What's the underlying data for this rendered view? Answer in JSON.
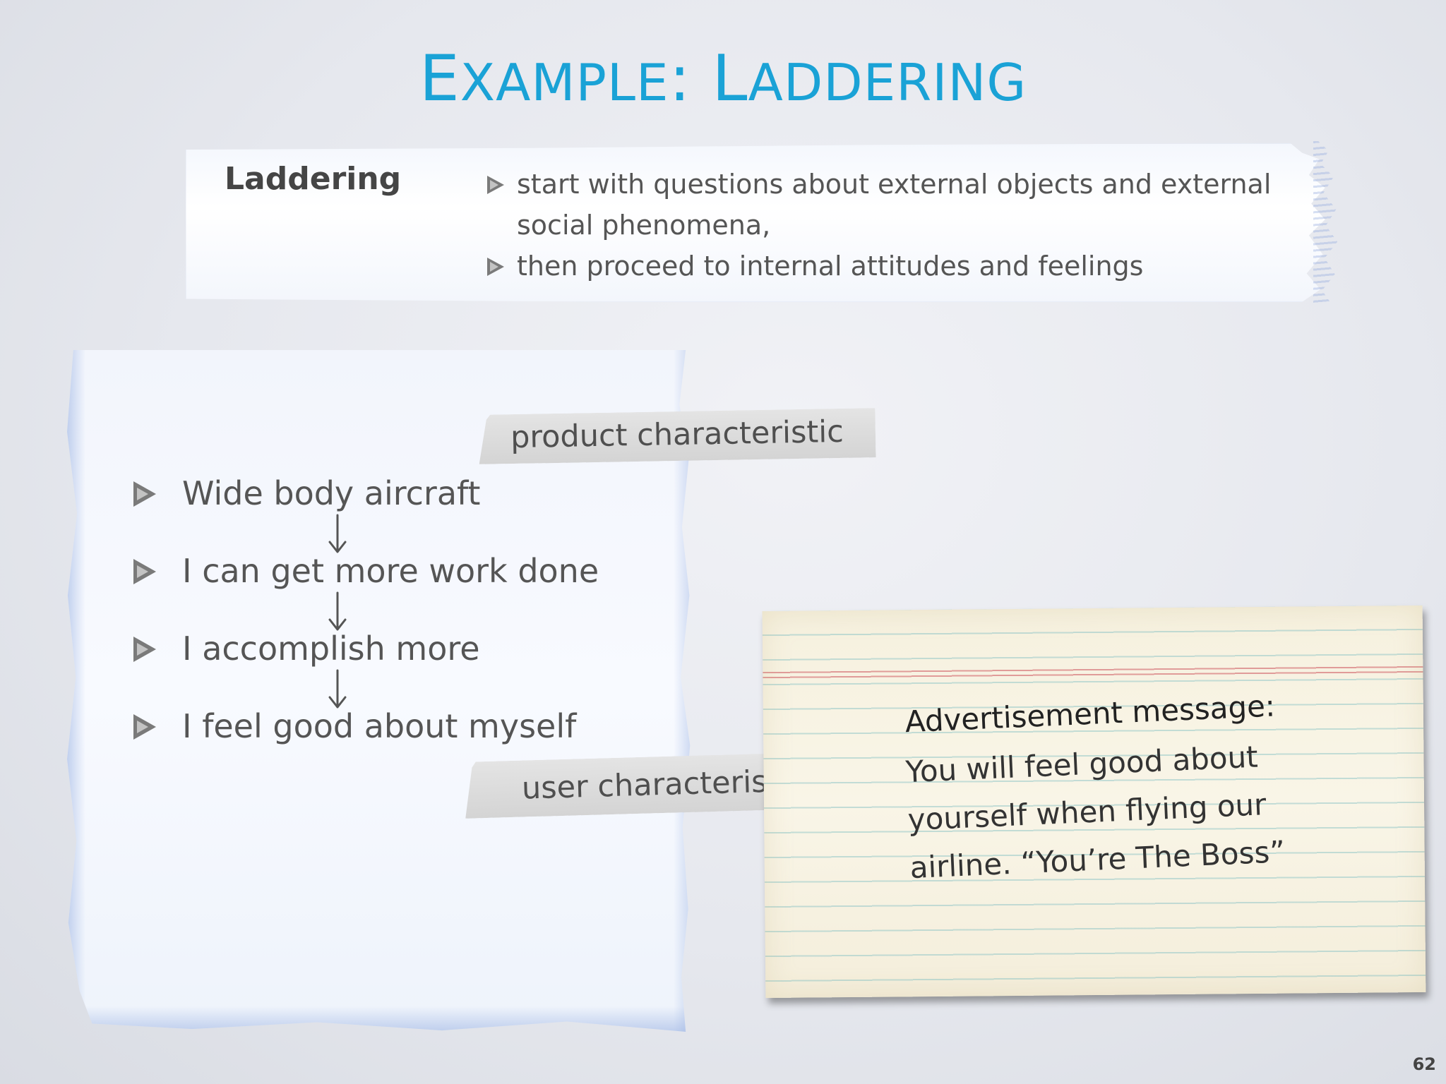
{
  "slide": {
    "title_first_initial": "E",
    "title_first_rest": "XAMPLE",
    "title_separator": ": ",
    "title_second_initial": "L",
    "title_second_rest": "ADDERING",
    "page_number": "62"
  },
  "definition": {
    "term": "Laddering",
    "points": [
      "start with questions about external objects and external social phenomena,",
      "then proceed to internal attitudes and feelings"
    ]
  },
  "ladder": {
    "items": [
      "Wide body aircraft",
      "I can get more work done",
      "I accomplish more",
      "I feel good about myself"
    ],
    "arrow_glyph": "↓",
    "product_label": "product characteristic",
    "user_label": "user characteristic"
  },
  "card": {
    "heading": "Advertisement message:",
    "body": "You will feel good about yourself when flying our airline. “You’re The Boss”"
  },
  "colors": {
    "title": "#1aa2d6",
    "text": "#555555",
    "card_margin_line": "#dc8c8c",
    "card_rule_line": "#96c8c8"
  },
  "icons": {
    "bullet": "triangle-bullet-icon",
    "arrow": "down-arrow-icon"
  }
}
